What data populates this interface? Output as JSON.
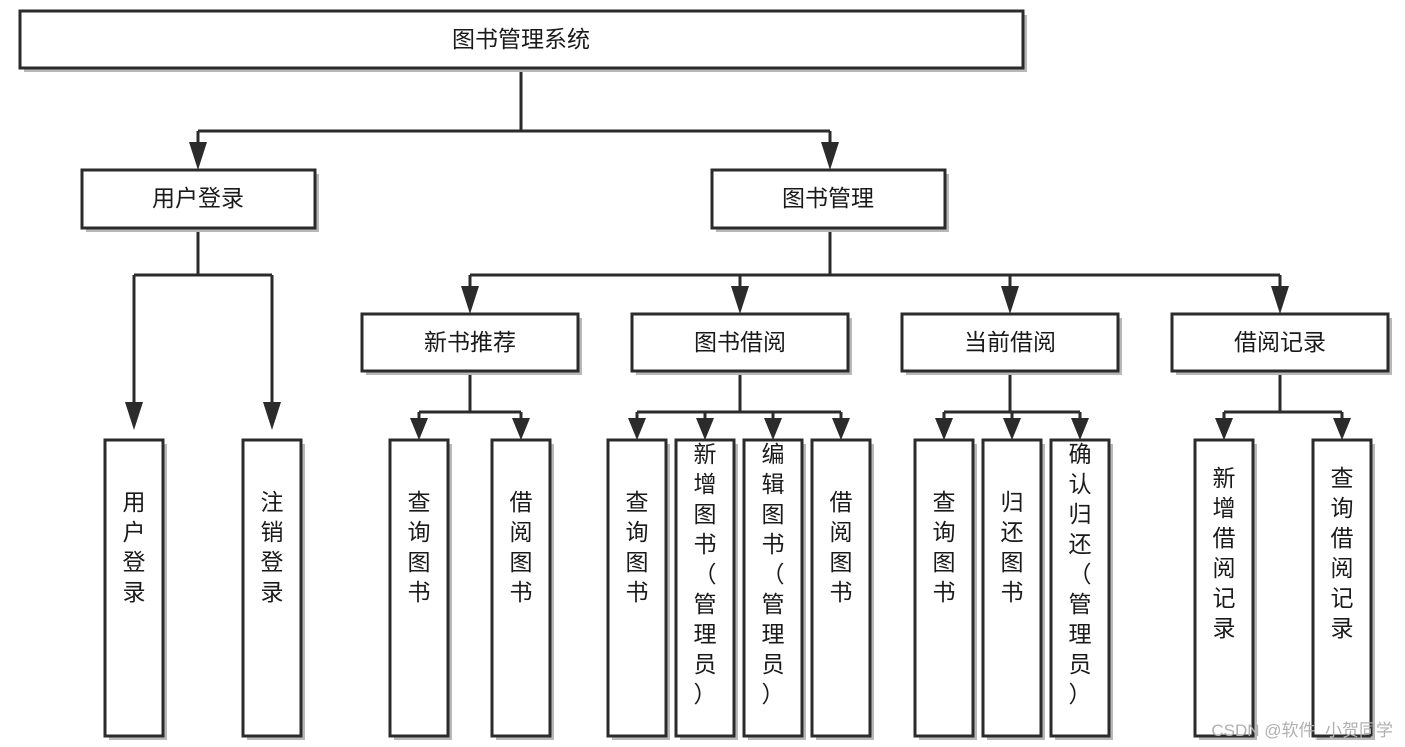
{
  "diagram": {
    "title": "图书管理系统",
    "watermark": "CSDN @软件_小贺同学",
    "levels": {
      "root": {
        "label": "图书管理系统"
      },
      "level2": [
        {
          "id": "user-login",
          "label": "用户登录"
        },
        {
          "id": "book-management",
          "label": "图书管理"
        }
      ],
      "level3": [
        {
          "id": "new-book-recommend",
          "label": "新书推荐"
        },
        {
          "id": "book-borrow",
          "label": "图书借阅"
        },
        {
          "id": "current-borrow",
          "label": "当前借阅"
        },
        {
          "id": "borrow-record",
          "label": "借阅记录"
        }
      ],
      "leaves": [
        {
          "id": "leaf-user-login",
          "label": "用户登录",
          "parent": "user-login"
        },
        {
          "id": "leaf-logout",
          "label": "注销登录",
          "parent": "user-login"
        },
        {
          "id": "leaf-query-book-1",
          "label": "查询图书",
          "parent": "new-book-recommend"
        },
        {
          "id": "leaf-borrow-book-1",
          "label": "借阅图书",
          "parent": "new-book-recommend"
        },
        {
          "id": "leaf-query-book-2",
          "label": "查询图书",
          "parent": "book-borrow"
        },
        {
          "id": "leaf-add-book",
          "label": "新增图书（管理员）",
          "parent": "book-borrow"
        },
        {
          "id": "leaf-edit-book",
          "label": "编辑图书（管理员）",
          "parent": "book-borrow"
        },
        {
          "id": "leaf-borrow-book-2",
          "label": "借阅图书",
          "parent": "book-borrow"
        },
        {
          "id": "leaf-query-book-3",
          "label": "查询图书",
          "parent": "current-borrow"
        },
        {
          "id": "leaf-return-book",
          "label": "归还图书",
          "parent": "current-borrow"
        },
        {
          "id": "leaf-confirm-return",
          "label": "确认归还（管理员）",
          "parent": "current-borrow"
        },
        {
          "id": "leaf-add-record",
          "label": "新增借阅记录",
          "parent": "borrow-record"
        },
        {
          "id": "leaf-query-record",
          "label": "查询借阅记录",
          "parent": "borrow-record"
        }
      ]
    },
    "colors": {
      "stroke": "#2b2b2b",
      "fill": "#ffffff",
      "text": "#1a1a1a",
      "watermark": "#b0b0b0"
    }
  }
}
